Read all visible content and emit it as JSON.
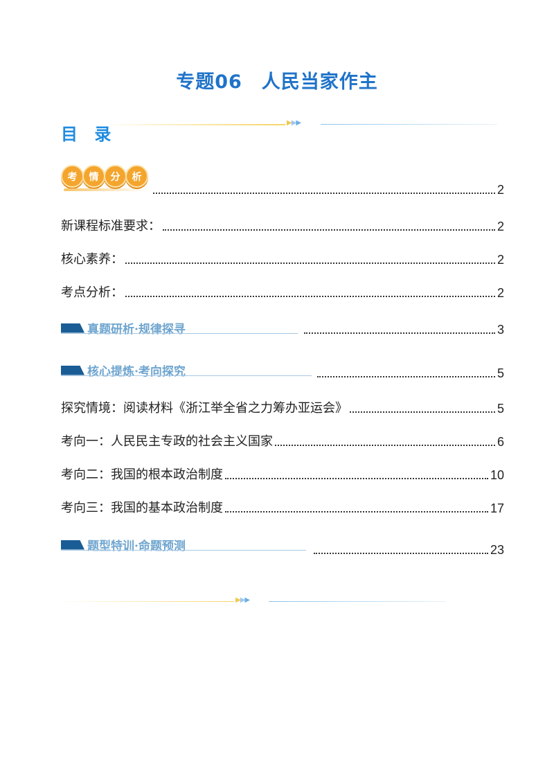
{
  "title": "专题06　人民当家作主",
  "toc_heading": "目 录",
  "badge": {
    "chars": [
      "考",
      "情",
      "分",
      "析"
    ],
    "page": "2"
  },
  "entries": [
    {
      "label": "新课程标准要求：",
      "page": "2"
    },
    {
      "label": "核心素养：",
      "page": "2"
    },
    {
      "label": "考点分析：",
      "page": "2"
    }
  ],
  "section1": {
    "label": "真题研析·规律探寻",
    "page": "3"
  },
  "section2": {
    "label": "核心提炼·考向探究",
    "page": "5"
  },
  "entries2": [
    {
      "label": "探究情境：阅读材料《浙江举全省之力筹办亚运会》",
      "page": "5"
    },
    {
      "label": "考向一：人民民主专政的社会主义国家",
      "page": "6"
    },
    {
      "label": "考向二：我国的根本政治制度",
      "page": "10"
    },
    {
      "label": "考向三：我国的基本政治制度",
      "page": "17"
    }
  ],
  "section3": {
    "label": "题型特训·命题预测",
    "page": "23"
  },
  "colors": {
    "title": "#1f73c9",
    "heading": "#1f8be0",
    "section_bar": "#1a5d96",
    "badge": "#f4a52d"
  }
}
